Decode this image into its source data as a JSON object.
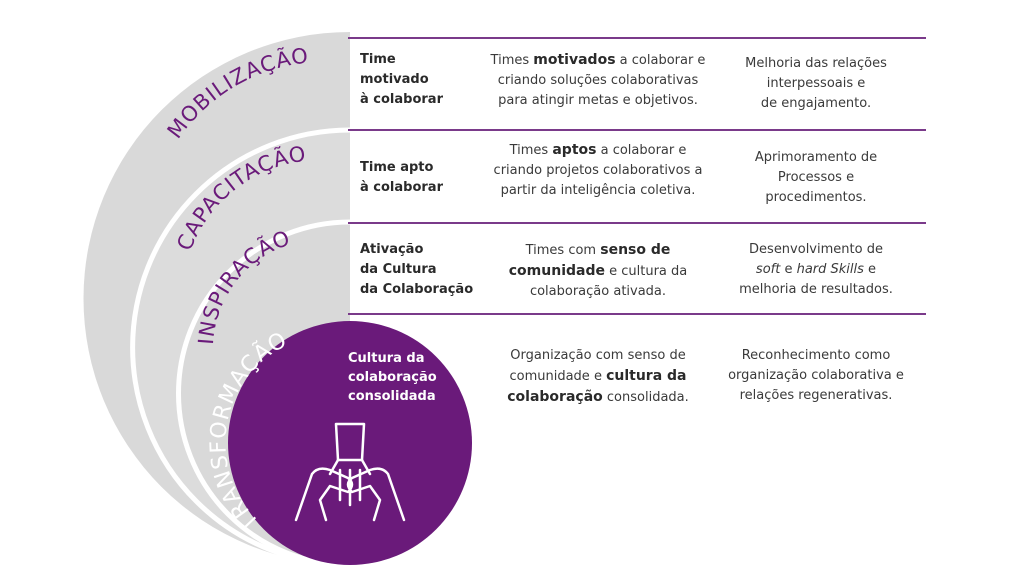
{
  "stages": [
    {
      "name": "MOBILIZAÇÃO"
    },
    {
      "name": "CAPACITAÇÃO"
    },
    {
      "name": "INSPIRAÇÃO"
    },
    {
      "name": "TRANSFORMAÇÃO"
    }
  ],
  "rows": [
    {
      "label": [
        "Time",
        "motivado",
        "à colaborar"
      ],
      "middle": {
        "p1": "Times ",
        "b1": "motivados",
        "p2": " a colaborar e",
        "l2": "criando soluções colaborativas",
        "l3": "para atingir metas e objetivos."
      },
      "right": [
        "Melhoria das relações",
        "interpessoais e",
        "de engajamento."
      ]
    },
    {
      "label": [
        "Time apto",
        "à colaborar"
      ],
      "middle": {
        "p1": "Times ",
        "b1": "aptos",
        "p2": " a colaborar e",
        "l2": "criando projetos colaborativos a",
        "l3": "partir da inteligência coletiva."
      },
      "right": [
        "Aprimoramento de",
        "Processos e",
        "procedimentos."
      ]
    },
    {
      "label": [
        "Ativação",
        "da Cultura",
        "da Colaboração"
      ],
      "middle": {
        "p1": "Times com ",
        "b1": "senso de",
        "b2": "comunidade",
        "p2": " e cultura da",
        "l3": "colaboração ativada."
      },
      "right": {
        "l1": "Desenvolvimento de",
        "i1": "soft",
        "p1": " e ",
        "i2": "hard Skills",
        "p2": " e",
        "l3": "melhoria de resultados."
      }
    },
    {
      "label": [
        "Cultura da",
        "colaboração",
        "consolidada"
      ],
      "middle": {
        "l1": "Organização com senso de",
        "p1": "comunidade e ",
        "b1": "cultura da",
        "b2": "colaboração",
        "p2": " consolidada."
      },
      "right": [
        "Reconhecimento  como",
        "organização colaborativa e",
        "relações regenerativas."
      ]
    }
  ],
  "colors": {
    "accent": "#6a1a7a",
    "circle": "#6a1a7a",
    "arc": "#d9d9d9",
    "line": "#7a3a8a"
  },
  "icons": {
    "center": "hands-together-icon"
  }
}
